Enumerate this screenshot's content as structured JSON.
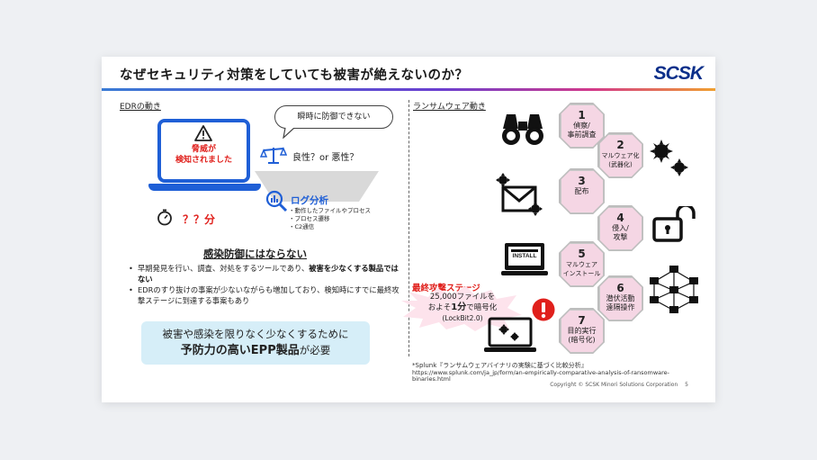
{
  "title": "なぜセキュリティ対策をしていても被害が絶えないのか？",
  "logo": "SCSK",
  "edr": {
    "label": "EDRの動き",
    "threat_line1": "脅威が",
    "threat_line2": "検知されました",
    "speech": "瞬時に防御できない",
    "good_or_evil": "良性？or 悪性？",
    "log_title": "ログ分析",
    "log_items": [
      "・動作したファイルやプロセス",
      "・プロセス遷移",
      "・C2通信"
    ],
    "time": "？？分"
  },
  "heading2": "感染防御にはならない",
  "bullets": [
    {
      "pre": "早期発見を行い、調査、対処をするツールであり、",
      "bold": "被害を少なくする製品ではない"
    },
    {
      "pre": "EDRのすり抜けの事案が少ないながらも増加しており、検知時にすでに最終攻撃ステージに到達する事案もあり",
      "bold": ""
    }
  ],
  "cta": {
    "line1": "被害や感染を限りなく少なくするために",
    "line2_bold": "予防力の高いEPP製品",
    "line2_rest": "が必要"
  },
  "ransomware": {
    "label": "ランサムウェア動き",
    "steps": [
      {
        "num": "1",
        "text1": "偵察/",
        "text2": "事前調査"
      },
      {
        "num": "2",
        "text1": "マルウェア化",
        "text2": "(武器化)"
      },
      {
        "num": "3",
        "text1": "配布",
        "text2": ""
      },
      {
        "num": "4",
        "text1": "侵入/",
        "text2": "攻撃"
      },
      {
        "num": "5",
        "text1": "マルウェア",
        "text2": "インストール"
      },
      {
        "num": "6",
        "text1": "潜伏活動",
        "text2": "遠隔操作"
      },
      {
        "num": "7",
        "text1": "目的実行",
        "text2": "(暗号化)"
      }
    ],
    "final_stage": "最終攻撃ステージ",
    "burst_line1": "25,000ファイルを",
    "burst_line2_pre": "およそ",
    "burst_line2_bold": "1分",
    "burst_line2_post": "で暗号化",
    "burst_line3": "(LockBit2.0)",
    "install_label": "INSTALL"
  },
  "source": {
    "line1": "*Splunk『ランサムウェアバイナリの実験に基づく比較分析』",
    "line2": "https://www.splunk.com/ja_jp/form/an-empirically-comparative-analysis-of-ransomware-",
    "line3": "binaries.html"
  },
  "copyright": "Copyright © SCSK Minori Solutions Corporation　 5",
  "colors": {
    "accent_blue": "#1f5fd6",
    "alert_red": "#e0201c",
    "hex_pink": "#f5d6e4",
    "cta_bg": "#d6eef8",
    "logo_navy": "#0b2f8a"
  }
}
